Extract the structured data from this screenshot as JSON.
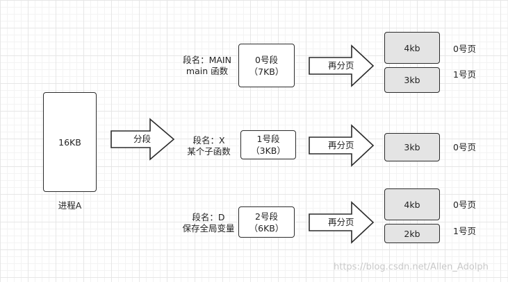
{
  "process": {
    "size": "16KB",
    "name": "进程A"
  },
  "split_arrow": "分段",
  "segments": [
    {
      "name_line1": "段名：MAIN",
      "name_line2": "main 函数",
      "seg_line1": "0号段",
      "seg_line2": "（7KB）",
      "arrow": "再分页"
    },
    {
      "name_line1": "段名：X",
      "name_line2": "某个子函数",
      "seg_line1": "1号段",
      "seg_line2": "（3KB）",
      "arrow": "再分页"
    },
    {
      "name_line1": "段名：D",
      "name_line2": "保存全局变量",
      "seg_line1": "2号段",
      "seg_line2": "（6KB）",
      "arrow": "再分页"
    }
  ],
  "pages": [
    {
      "size": "4kb",
      "label": "0号页"
    },
    {
      "size": "3kb",
      "label": "1号页"
    },
    {
      "size": "3kb",
      "label": "0号页"
    },
    {
      "size": "4kb",
      "label": "0号页"
    },
    {
      "size": "2kb",
      "label": "1号页"
    }
  ],
  "watermark": "https://blog.csdn.net/Allen_Adolph"
}
